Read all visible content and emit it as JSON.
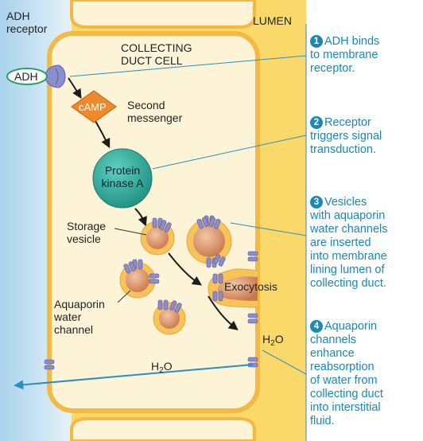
{
  "labels": {
    "adh_receptor": "ADH\nreceptor",
    "adh": "ADH",
    "lumen": "LUMEN",
    "collecting_duct_cell": "COLLECTING\nDUCT CELL",
    "camp": "cAMP",
    "second_messenger": "Second\nmessenger",
    "protein_kinase_a": "Protein\nkinase A",
    "storage_vesicle": "Storage\nvesicle",
    "exocytosis": "Exocytosis",
    "aquaporin_water_channel": "Aquaporin\nwater\nchannel",
    "h2o_left": {
      "base": "H",
      "sub": "2",
      "rest": "O"
    },
    "h2o_right": {
      "base": "H",
      "sub": "2",
      "rest": "O"
    }
  },
  "steps": [
    {
      "number": "1",
      "text": "ADH binds\nto membrane\nreceptor."
    },
    {
      "number": "2",
      "text": "Receptor\ntriggers signal\ntransduction."
    },
    {
      "number": "3",
      "text": "Vesicles\nwith aquaporin\nwater channels\nare inserted\ninto membrane\nlining lumen of\ncollecting duct."
    },
    {
      "number": "4",
      "text": "Aquaporin\nchannels\nenhance\nreabsorption\nof water from\ncollecting duct\ninto interstitial\nfluid."
    }
  ],
  "colors": {
    "interstitial": "#cfe6f3",
    "lumen": "#fbd86a",
    "cell": "#fdf3d6",
    "membrane": "#f7c35a",
    "membrane_edge": "#e6a93a",
    "camp": "#ef8a2a",
    "protein_kinase": "#2aa597",
    "step_accent": "#1a88b8",
    "aquaporin": "#8a8ed0",
    "vesicle_inner": "#cf8a5e"
  }
}
